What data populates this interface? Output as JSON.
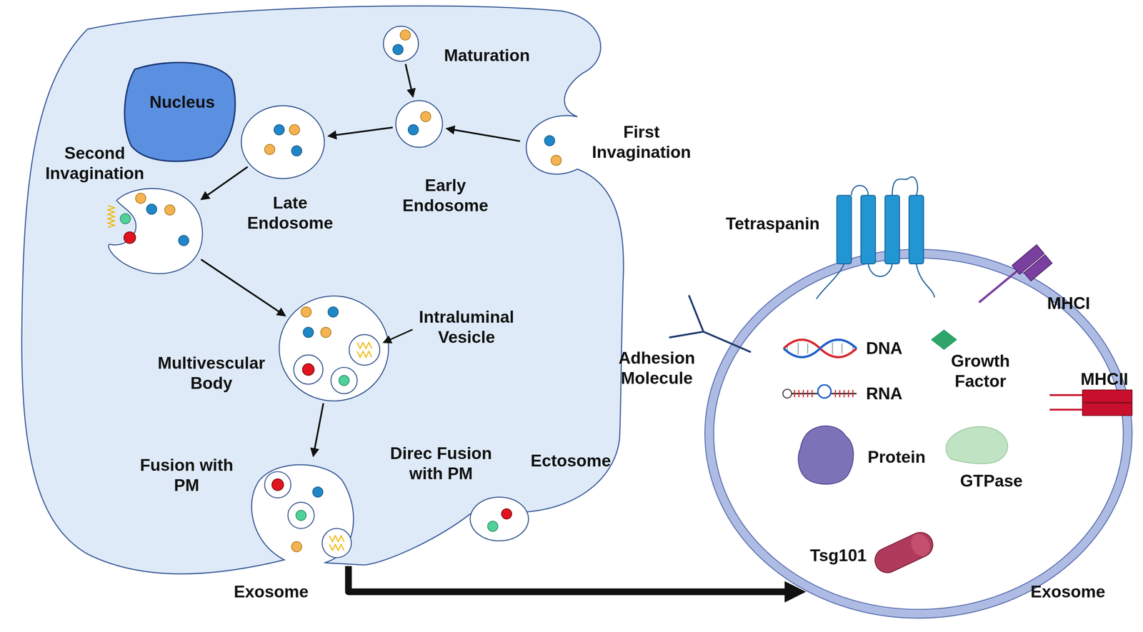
{
  "diagram": {
    "nodes": [
      {
        "text": [
          "Nucleus"
        ]
      },
      {
        "text": [
          "Maturation"
        ]
      },
      {
        "text": [
          "Early Endosome"
        ]
      },
      {
        "text": [
          "First Invagination"
        ]
      },
      {
        "text": [
          "Late Endosome"
        ]
      },
      {
        "text": [
          "Second Invagination"
        ]
      },
      {
        "text": [
          "Multivescular Body"
        ]
      },
      {
        "text": [
          "Fusion with PM",
          "Exosome"
        ]
      },
      {
        "text": [
          "Direc Fusion with PM",
          "Ectosome"
        ]
      },
      {
        "text": [
          "Exosome"
        ]
      }
    ],
    "edges": [
      {
        "from": 1,
        "to": 2,
        "arrow": "to"
      },
      {
        "from": 3,
        "to": 2,
        "arrow": "to"
      },
      {
        "from": 2,
        "to": 4,
        "arrow": "to"
      },
      {
        "from": 4,
        "to": 5,
        "arrow": "to"
      },
      {
        "from": 5,
        "to": 6,
        "arrow": "to"
      },
      {
        "from": 6,
        "to": 7,
        "arrow": "to"
      },
      {
        "from": 7,
        "to": 9,
        "arrow": "to"
      }
    ],
    "labels": [
      "Intraluminal Vesicle",
      "Tetraspanin",
      "MHCI",
      "Adhesion Molecule",
      "DNA",
      "Growth Factor",
      "RNA",
      "MHCII",
      "Protein",
      "GTPase",
      "Tsg101"
    ]
  }
}
